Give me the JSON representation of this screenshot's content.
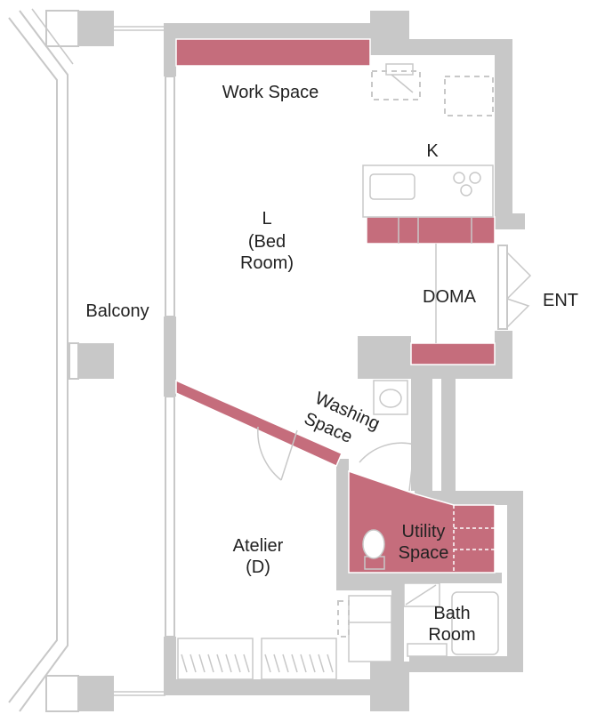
{
  "labels": {
    "work_space": "Work Space",
    "kitchen": "K",
    "living_line1": "L",
    "living_line2": "(Bed",
    "living_line3": "Room)",
    "balcony": "Balcony",
    "doma": "DOMA",
    "entrance": "ENT",
    "washing_line1": "Washing",
    "washing_line2": "Space",
    "utility_line1": "Utility",
    "utility_line2": "Space",
    "atelier_line1": "Atelier",
    "atelier_line2": "(D)",
    "bath_line1": "Bath",
    "bath_line2": "Room"
  },
  "colors": {
    "wall": "#c8c8c8",
    "storage": "#c56d7c",
    "background": "#ffffff",
    "text": "#222222"
  }
}
